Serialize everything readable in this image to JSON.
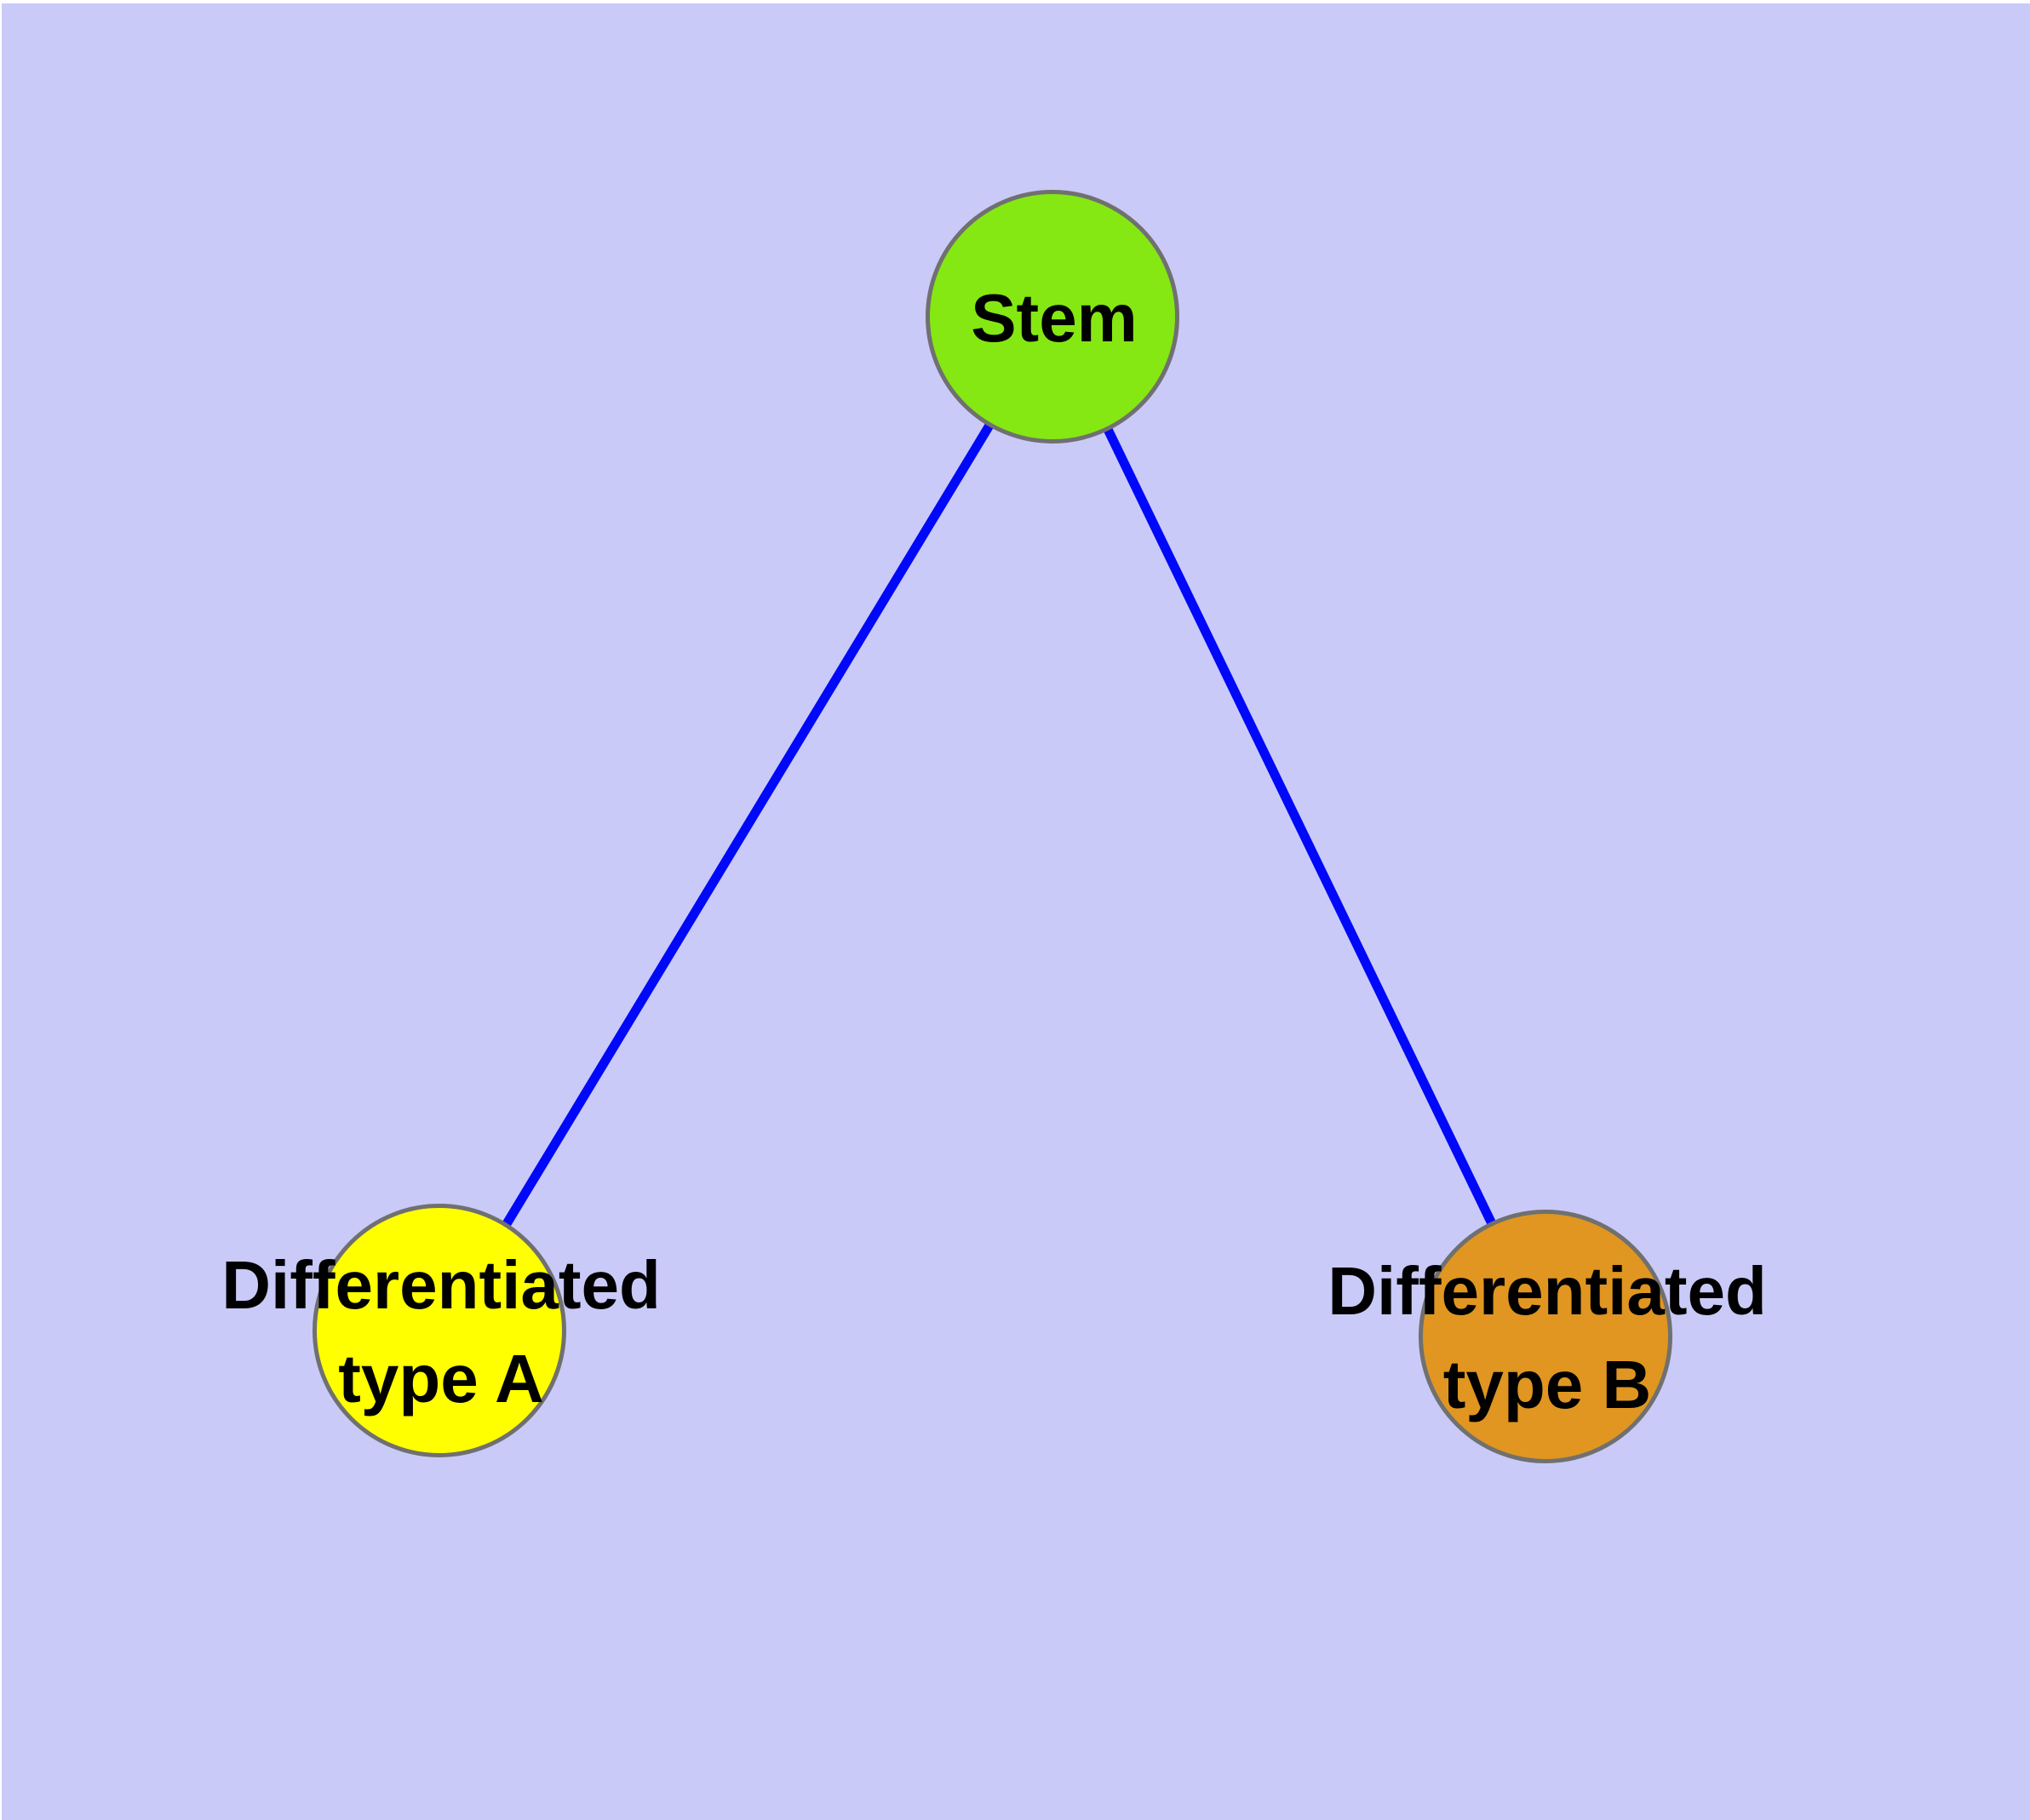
{
  "colors": {
    "background": "#cacaf8",
    "page": "#ffffff",
    "edge": "#0008fa",
    "node_border": "#707070",
    "label": "#000000",
    "stem_fill": "#85e812",
    "type_a_fill": "#ffff00",
    "type_b_fill": "#e09620"
  },
  "diagram": {
    "type": "graph",
    "nodes": [
      {
        "id": "stem",
        "fill": "#85e812",
        "lines": [
          "Stem"
        ]
      },
      {
        "id": "type-a",
        "fill": "#ffff00",
        "lines": [
          "Differentiated",
          "type A"
        ]
      },
      {
        "id": "type-b",
        "fill": "#e09620",
        "lines": [
          "Differentiated",
          "type B"
        ]
      }
    ],
    "edges": [
      {
        "from": "stem",
        "to": "type-a"
      },
      {
        "from": "stem",
        "to": "type-b"
      }
    ]
  }
}
